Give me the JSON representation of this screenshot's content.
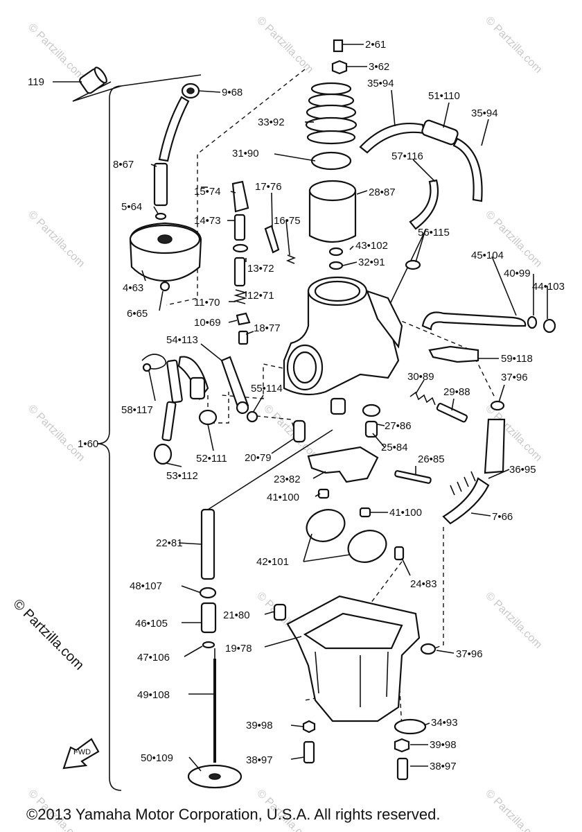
{
  "watermark": "© Partzilla.com",
  "side_watermark": "© Partzilla.com",
  "copyright": "©2013 Yamaha Motor Corporation, U.S.A. All rights reserved.",
  "front_arrow": "FWD",
  "assembly_label": "1•60",
  "labels": [
    "2•61",
    "3•62",
    "119",
    "9•68",
    "35•94",
    "51•110",
    "35•94",
    "33•92",
    "31•90",
    "57•116",
    "8•67",
    "15•74",
    "17•76",
    "28•87",
    "5•64",
    "14•73",
    "16•75",
    "56•115",
    "43•102",
    "32•91",
    "45•104",
    "13•72",
    "40•99",
    "44•103",
    "4•63",
    "12•71",
    "6•65",
    "11•70",
    "10•69",
    "18•77",
    "54•113",
    "59•118",
    "30•89",
    "37•96",
    "55•114",
    "29•88",
    "58•117",
    "27•86",
    "25•84",
    "20•79",
    "26•85",
    "52•111",
    "36•95",
    "53•112",
    "23•82",
    "41•100",
    "41•100",
    "7•66",
    "22•81",
    "42•101",
    "24•83",
    "48•107",
    "21•80",
    "46•105",
    "19•78",
    "37•96",
    "47•106",
    "49•108",
    "39•98",
    "34•93",
    "38•97",
    "39•98",
    "50•109",
    "38•97"
  ]
}
